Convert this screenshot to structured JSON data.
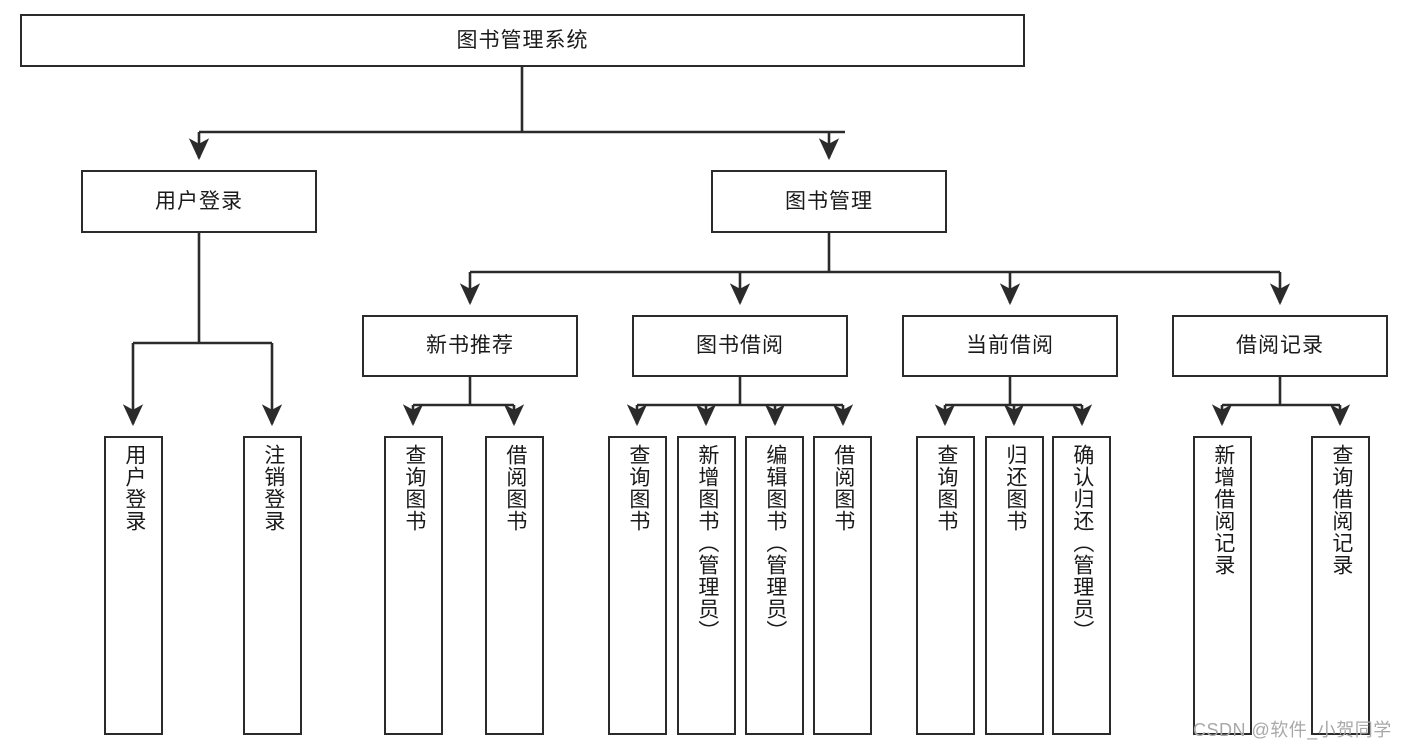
{
  "diagram": {
    "title": "图书管理系统",
    "type": "tree-hierarchy-chart",
    "root": {
      "label": "图书管理系统"
    },
    "level2": [
      {
        "label": "用户登录"
      },
      {
        "label": "图书管理"
      }
    ],
    "level3": [
      {
        "label": "新书推荐"
      },
      {
        "label": "图书借阅"
      },
      {
        "label": "当前借阅"
      },
      {
        "label": "借阅记录"
      }
    ],
    "leaves": {
      "user_login": [
        {
          "label": "用户登录"
        },
        {
          "label": "注销登录"
        }
      ],
      "new_book_recommend": [
        {
          "label": "查询图书"
        },
        {
          "label": "借阅图书"
        }
      ],
      "book_borrow": [
        {
          "label": "查询图书"
        },
        {
          "label": "新增图书（管理员）"
        },
        {
          "label": "编辑图书（管理员）"
        },
        {
          "label": "借阅图书"
        }
      ],
      "current_borrow": [
        {
          "label": "查询图书"
        },
        {
          "label": "归还图书"
        },
        {
          "label": "确认归还（管理员）"
        }
      ],
      "borrow_record": [
        {
          "label": "新增借阅记录"
        },
        {
          "label": "查询借阅记录"
        }
      ]
    },
    "colors": {
      "stroke": "#2b2b2b",
      "fill": "#ffffff",
      "text": "#1a1a1a",
      "watermark": "#a8a8a8"
    }
  },
  "watermark": {
    "text": "CSDN @软件_小贺同学"
  }
}
